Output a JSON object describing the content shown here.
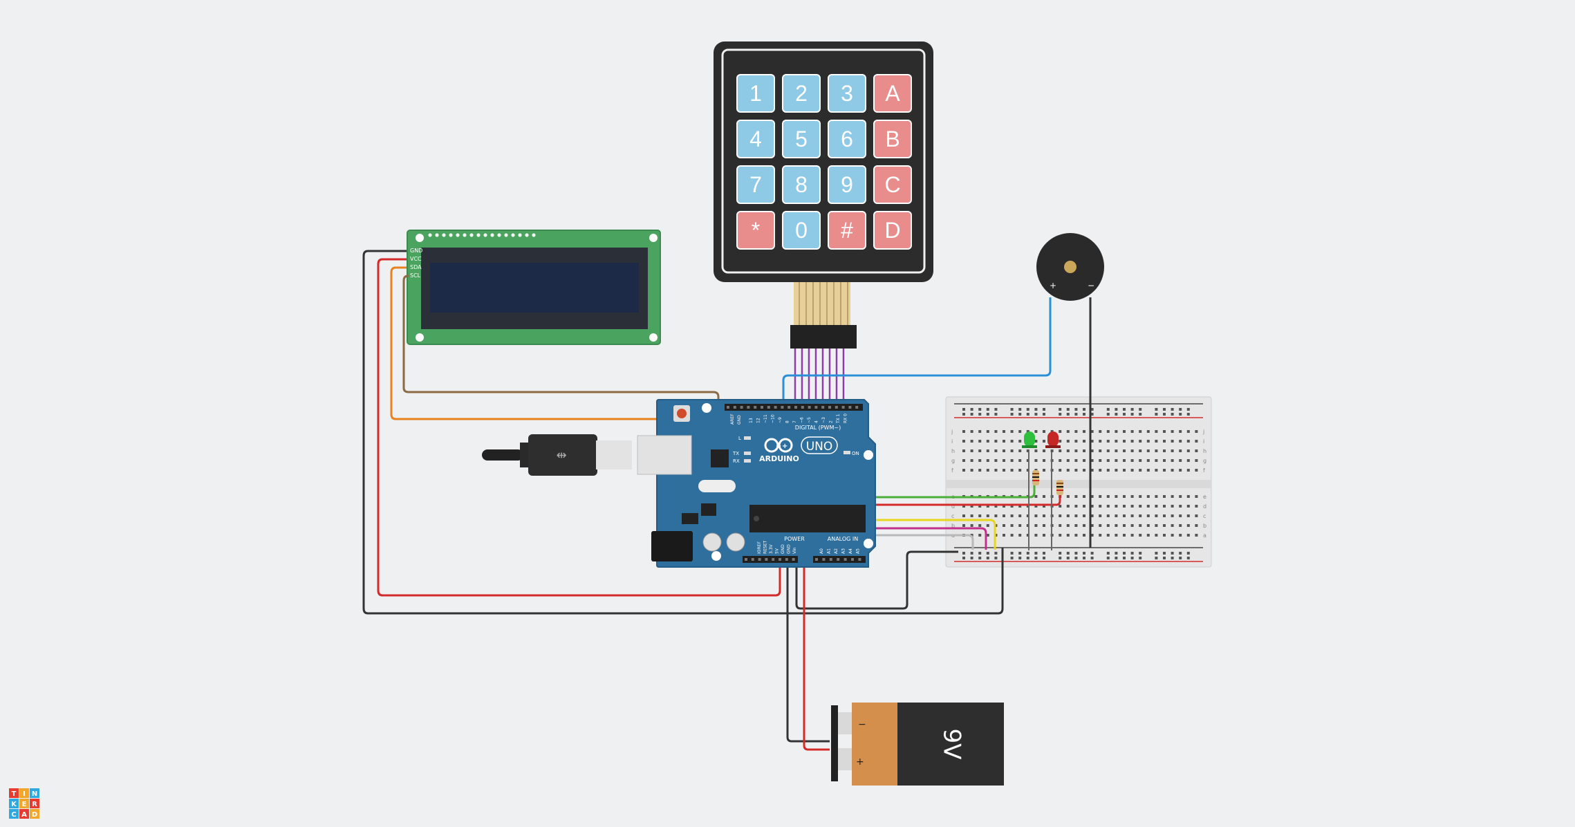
{
  "keypad": {
    "keys": [
      {
        "label": "1",
        "kind": "num"
      },
      {
        "label": "2",
        "kind": "num"
      },
      {
        "label": "3",
        "kind": "num"
      },
      {
        "label": "A",
        "kind": "letter"
      },
      {
        "label": "4",
        "kind": "num"
      },
      {
        "label": "5",
        "kind": "num"
      },
      {
        "label": "6",
        "kind": "num"
      },
      {
        "label": "B",
        "kind": "letter"
      },
      {
        "label": "7",
        "kind": "num"
      },
      {
        "label": "8",
        "kind": "num"
      },
      {
        "label": "9",
        "kind": "num"
      },
      {
        "label": "C",
        "kind": "letter"
      },
      {
        "label": "*",
        "kind": "letter"
      },
      {
        "label": "0",
        "kind": "num"
      },
      {
        "label": "#",
        "kind": "letter"
      },
      {
        "label": "D",
        "kind": "letter"
      }
    ]
  },
  "lcd": {
    "pins": [
      "GND",
      "VCC",
      "SDA",
      "SCL"
    ]
  },
  "arduino": {
    "brand": "ARDUINO",
    "model": "UNO",
    "digital_label": "DIGITAL (PWM~)",
    "power_label": "POWER",
    "analog_label": "ANALOG IN",
    "aref": "AREF",
    "gnd": "GND",
    "on_label": "ON",
    "l_label": "L",
    "tx_label": "TX",
    "rx_label": "RX",
    "digital_pins": [
      "13",
      "12",
      "~11",
      "~10",
      "~9",
      "8",
      "7",
      "~6",
      "~5",
      "4",
      "~3",
      "2",
      "TX 1",
      "RX 0"
    ],
    "power_pins": [
      "IOREF",
      "RESET",
      "3.3V",
      "5V",
      "GND",
      "GND",
      "Vin"
    ],
    "analog_pins": [
      "A0",
      "A1",
      "A2",
      "A3",
      "A4",
      "A5"
    ]
  },
  "buzzer": {
    "plus": "+",
    "minus": "−"
  },
  "battery": {
    "label": "9V",
    "minus": "−",
    "plus": "+"
  },
  "breadboard": {
    "row_letters_top": [
      "j",
      "i",
      "h",
      "g",
      "f"
    ],
    "row_letters_bottom": [
      "e",
      "d",
      "c",
      "b",
      "a"
    ]
  },
  "logo": {
    "letters": [
      "T",
      "I",
      "N",
      "K",
      "E",
      "R",
      "C",
      "A",
      "D"
    ]
  },
  "colors": {
    "background": "#eef0f2",
    "wire_red": "#d42a2a",
    "wire_black": "#333333",
    "wire_orange": "#e8821e",
    "wire_brown": "#8b6a44",
    "wire_purple": "#8c3da8",
    "wire_blue": "#2a8fd6",
    "wire_yellow": "#e8d61e",
    "wire_green": "#4caf3a",
    "wire_magenta": "#c2308c",
    "board_blue": "#2f6f9e",
    "lcd_green": "#4aa35f",
    "lcd_screen": "#1c2a48"
  }
}
